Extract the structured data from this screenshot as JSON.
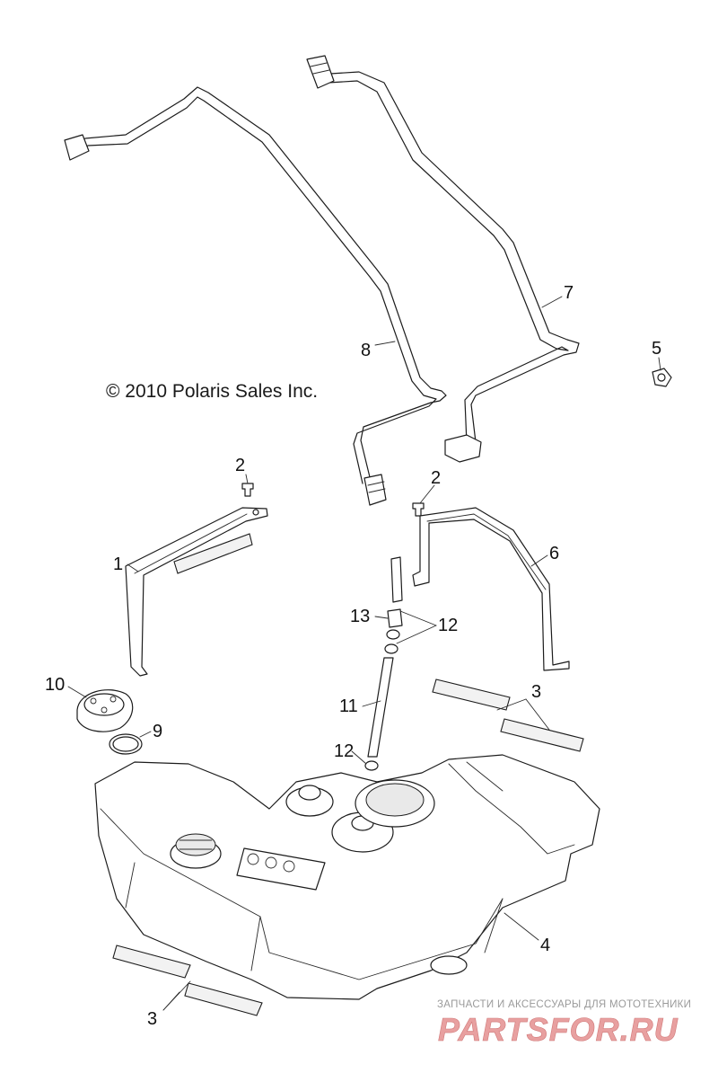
{
  "copyright": "© 2010 Polaris Sales Inc.",
  "watermark": {
    "tagline": "ЗАПЧАСТИ И АКСЕССУАРЫ ДЛЯ МОТОТЕХНИКИ",
    "logo_text": "PARTSFOR.RU",
    "color": "#e8a0a0"
  },
  "callouts": {
    "c1": "1",
    "c2a": "2",
    "c2b": "2",
    "c3a": "3",
    "c3b": "3",
    "c4": "4",
    "c5": "5",
    "c6": "6",
    "c7": "7",
    "c8": "8",
    "c9": "9",
    "c10": "10",
    "c11": "11",
    "c12a": "12",
    "c12b": "12",
    "c13": "13"
  }
}
